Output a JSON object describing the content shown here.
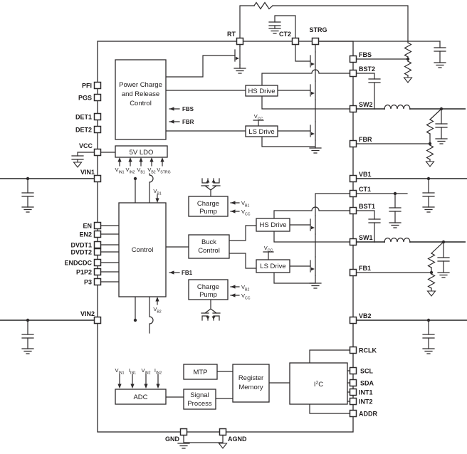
{
  "diagram": {
    "title_hint": "power management IC functional block diagram",
    "pins": {
      "top": [
        "RT",
        "CT2",
        "STRG"
      ],
      "left": [
        "PFI",
        "PGS",
        "DET1",
        "DET2",
        "VCC",
        "VIN1",
        "EN",
        "EN2",
        "DVDT1",
        "DVDT2",
        "ENDCDC",
        "P1P2",
        "P3",
        "VIN2"
      ],
      "right": [
        "FBS",
        "BST2",
        "SW2",
        "FBR",
        "VB1",
        "CT1",
        "BST1",
        "SW1",
        "FB1",
        "VB2",
        "RCLK",
        "SCL",
        "SDA",
        "INT1",
        "INT2",
        "ADDR"
      ],
      "bottom": [
        "GND",
        "AGND"
      ]
    },
    "blocks": {
      "power_charge": [
        "Power Charge",
        "and Release",
        "Control"
      ],
      "ldo": "5V LDO",
      "control": "Control",
      "charge_pump": [
        "Charge",
        "Pump"
      ],
      "buck_control": [
        "Buck",
        "Control"
      ],
      "hs_drive": "HS Drive",
      "ls_drive": "LS Drive",
      "mtp": "MTP",
      "register_memory": [
        "Register",
        "Memory"
      ],
      "i2c": {
        "pre": "I",
        "sup": "2",
        "post": "C"
      },
      "adc": "ADC",
      "signal_process": [
        "Signal",
        "Process"
      ]
    },
    "signals": {
      "fbs": "FBS",
      "fbr": "FBR",
      "fb1": "FB1",
      "vb1": {
        "b": "V",
        "s": "B1"
      },
      "vb2": {
        "b": "V",
        "s": "B2"
      },
      "vcc": {
        "b": "V",
        "s": "CC"
      },
      "ldo_in": [
        {
          "b": "V",
          "s": "IN1"
        },
        {
          "b": "V",
          "s": "IN2"
        },
        {
          "b": "V",
          "s": "B1"
        },
        {
          "b": "V",
          "s": "B2"
        },
        {
          "b": "V",
          "s": "STRG"
        }
      ],
      "adc_in": [
        {
          "b": "V",
          "s": "IN1"
        },
        {
          "b": "I",
          "s": "IN1"
        },
        {
          "b": "V",
          "s": "IN2"
        },
        {
          "b": "I",
          "s": "IN2"
        }
      ]
    },
    "colors": {
      "line": "#2d2a2b",
      "rail": "#5a5a5a",
      "background": "#ffffff"
    }
  }
}
